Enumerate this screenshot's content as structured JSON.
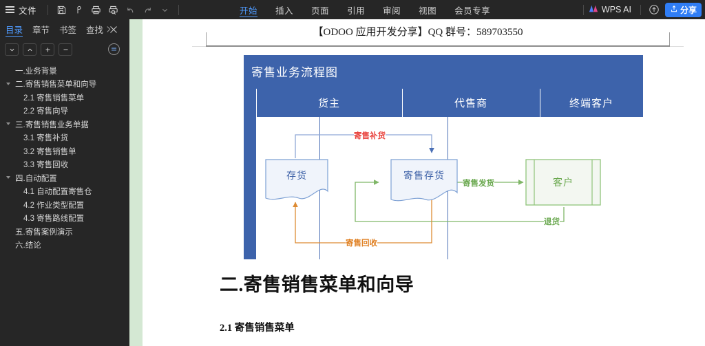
{
  "titlebar": {
    "file_menu": "文件",
    "quick_icons": [
      {
        "name": "save-icon",
        "title": "保存"
      },
      {
        "name": "cloud-sync-icon",
        "title": "云同步"
      },
      {
        "name": "print-icon",
        "title": "打印"
      },
      {
        "name": "print-preview-icon",
        "title": "打印预览"
      },
      {
        "name": "undo-icon",
        "title": "撤销"
      },
      {
        "name": "redo-icon",
        "title": "恢复"
      },
      {
        "name": "chevron-down-icon",
        "title": "更多"
      }
    ],
    "tabs": [
      {
        "label": "开始",
        "active": true
      },
      {
        "label": "插入",
        "active": false
      },
      {
        "label": "页面",
        "active": false
      },
      {
        "label": "引用",
        "active": false
      },
      {
        "label": "审阅",
        "active": false
      },
      {
        "label": "视图",
        "active": false
      },
      {
        "label": "会员专享",
        "active": false
      }
    ],
    "wps_ai": "WPS AI",
    "share_label": "分享",
    "share_color": "#2f7df5"
  },
  "sidebar": {
    "tabs": [
      {
        "label": "目录",
        "active": true
      },
      {
        "label": "章节",
        "active": false
      },
      {
        "label": "书签",
        "active": false
      },
      {
        "label": "查找",
        "active": false
      }
    ],
    "toolbar": [
      {
        "name": "collapse-down-button",
        "glyph": "⌄"
      },
      {
        "name": "collapse-up-button",
        "glyph": "⌃"
      },
      {
        "name": "expand-level-button",
        "glyph": "+"
      },
      {
        "name": "reduce-level-button",
        "glyph": "−"
      }
    ],
    "toc": [
      {
        "label": "一.业务背景",
        "level": 1,
        "caret": false
      },
      {
        "label": "二.寄售销售菜单和向导",
        "level": 1,
        "caret": true
      },
      {
        "label": "2.1 寄售销售菜单",
        "level": 2,
        "caret": false
      },
      {
        "label": "2.2 寄售向导",
        "level": 2,
        "caret": false
      },
      {
        "label": "三.寄售销售业务单据",
        "level": 1,
        "caret": true
      },
      {
        "label": "3.1 寄售补货",
        "level": 2,
        "caret": false
      },
      {
        "label": "3.2 寄售销售单",
        "level": 2,
        "caret": false
      },
      {
        "label": "3.3 寄售回收",
        "level": 2,
        "caret": false
      },
      {
        "label": "四.自动配置",
        "level": 1,
        "caret": true
      },
      {
        "label": "4.1 自动配置寄售仓",
        "level": 2,
        "caret": false
      },
      {
        "label": "4.2 作业类型配置",
        "level": 2,
        "caret": false
      },
      {
        "label": "4.3 寄售路线配置",
        "level": 2,
        "caret": false
      },
      {
        "label": "五.寄售案例演示",
        "level": 1,
        "caret": false
      },
      {
        "label": "六.结论",
        "level": 1,
        "caret": false
      }
    ]
  },
  "document": {
    "header_text": "【ODOO 应用开发分享】QQ 群号：589703550",
    "heading_2": "二.寄售销售菜单和向导",
    "heading_3": "2.1 寄售销售菜单"
  },
  "flowchart": {
    "title": "寄售业务流程图",
    "band_color": "#3d63ab",
    "lanes": [
      "货主",
      "代售商",
      "终端客户"
    ],
    "nodes": [
      {
        "id": "inventory",
        "label": "存货",
        "lane": "货主",
        "shape": "document",
        "color": "#3b5fa6"
      },
      {
        "id": "consign-stock",
        "label": "寄售存货",
        "lane": "代售商",
        "shape": "document",
        "color": "#3b5fa6"
      },
      {
        "id": "customer",
        "label": "客户",
        "lane": "终端客户",
        "shape": "process",
        "color": "#6aa84f"
      }
    ],
    "edges": [
      {
        "label": "寄售补货",
        "from": "inventory",
        "to": "consign-stock",
        "color": "#e8413c"
      },
      {
        "label": "寄售发货",
        "from": "consign-stock",
        "to": "customer",
        "color": "#6aa84f"
      },
      {
        "label": "退货",
        "from": "customer",
        "to": "consign-stock",
        "color": "#6aa84f"
      },
      {
        "label": "寄售回收",
        "from": "consign-stock",
        "to": "inventory",
        "color": "#e08124"
      }
    ]
  }
}
